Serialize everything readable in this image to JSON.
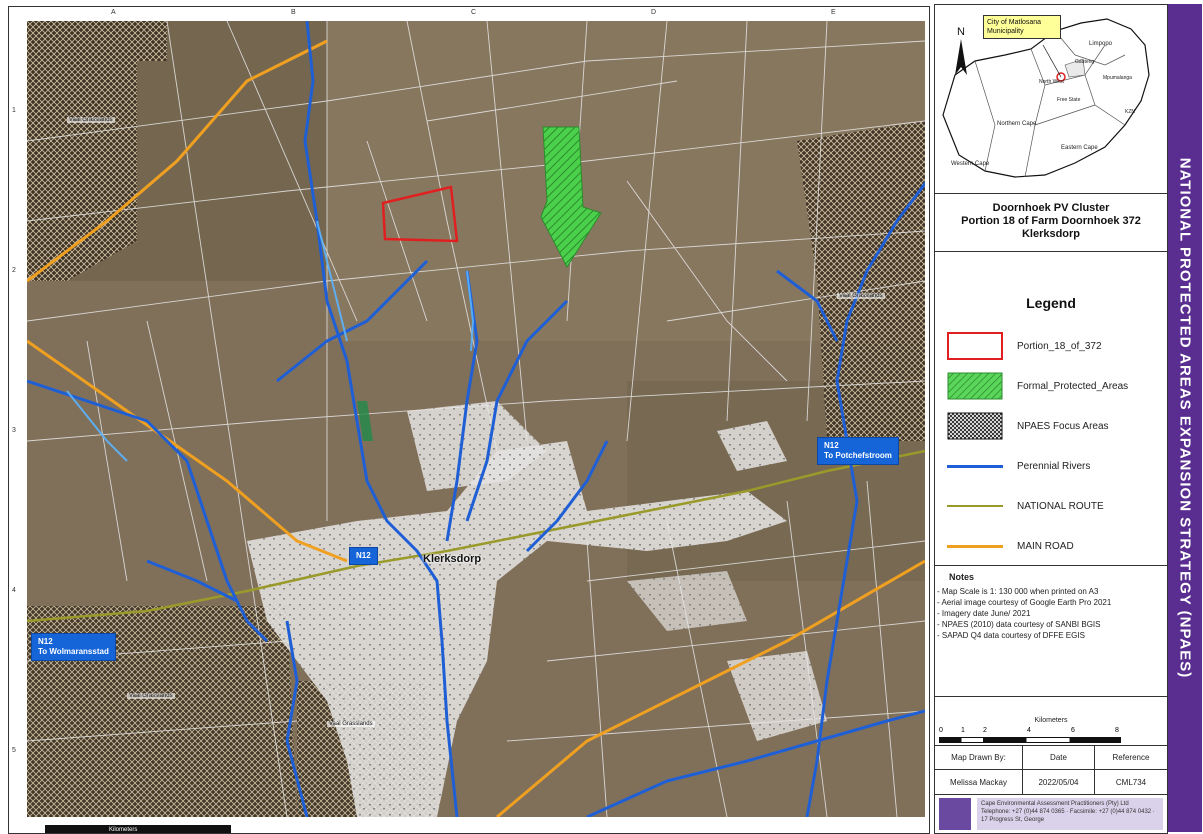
{
  "map": {
    "grid_cols": [
      "A",
      "B",
      "C",
      "D",
      "E"
    ],
    "grid_rows": [
      "1",
      "2",
      "3",
      "4",
      "5"
    ],
    "routes": [
      {
        "id": "n12-potch",
        "line1": "N12",
        "line2": "To Potchefstroom"
      },
      {
        "id": "n12-town",
        "line1": "N12",
        "line2": ""
      },
      {
        "id": "n12-wolm",
        "line1": "N12",
        "line2": "To Wolmaransstad"
      }
    ],
    "town": "Klerksdorp",
    "npaes_labels": [
      "Vaal Grasslands",
      "Vaal Grasslands",
      "Vaal Grasslands",
      "Vaal Grasslands"
    ],
    "scalebar_label": "Kilometers"
  },
  "inset": {
    "municipality_label_line1": "City of Matlosana",
    "municipality_label_line2": "Municipality",
    "north_label": "N",
    "provinces": [
      "Limpopo",
      "North West",
      "Gauteng",
      "Mpumalanga",
      "KZN",
      "Free State",
      "Northern Cape",
      "Eastern Cape",
      "Western Cape"
    ]
  },
  "title": {
    "line1": "Doornhoek PV Cluster",
    "line2": "Portion 18 of Farm Doornhoek 372",
    "line3": "Klerksdorp"
  },
  "legend": {
    "title": "Legend",
    "items": [
      {
        "label": "Portion_18_of_372",
        "kind": "red-outline"
      },
      {
        "label": "Formal_Protected_Areas",
        "kind": "green-hatch"
      },
      {
        "label": "NPAES Focus Areas",
        "kind": "black-crosshatch"
      },
      {
        "label": "Perennial Rivers",
        "kind": "blue-line"
      },
      {
        "label": "NATIONAL ROUTE",
        "kind": "olive-line"
      },
      {
        "label": "MAIN ROAD",
        "kind": "orange-line"
      }
    ],
    "colors": {
      "portion": "#e02020",
      "protected": "#4bd04b",
      "npaes": "#111111",
      "river": "#1f5fd6",
      "national_route": "#9a9a2a",
      "main_road": "#f0a020"
    }
  },
  "notes": {
    "title": "Notes",
    "items": [
      "- Map Scale is 1: 130 000 when printed on A3",
      "- Aerial image courtesy of Google Earth Pro 2021",
      "- Imagery date June/ 2021",
      "- NPAES (2010) data courtesy of SANBI BGIS",
      "- SAPAD Q4 data courtesy of DFFE EGIS"
    ]
  },
  "scale": {
    "label": "Kilometers",
    "ticks": [
      "0",
      "1",
      "2",
      "4",
      "6",
      "8"
    ]
  },
  "info_table": {
    "headers": [
      "Map Drawn By:",
      "Date",
      "Reference"
    ],
    "values": [
      "Melissa Mackay",
      "2022/05/04",
      "CML734"
    ]
  },
  "company": {
    "name": "Cape Environmental Assessment Practitioners (Pty) Ltd",
    "contact": "Telephone: +27 (0)44 874 0365 · Facsimile: +27 (0)44 874 0432 · 17 Progress St, George"
  },
  "banner": {
    "text": "NATIONAL PROTECTED AREAS EXPANSION STRATEGY (NPAES)"
  }
}
